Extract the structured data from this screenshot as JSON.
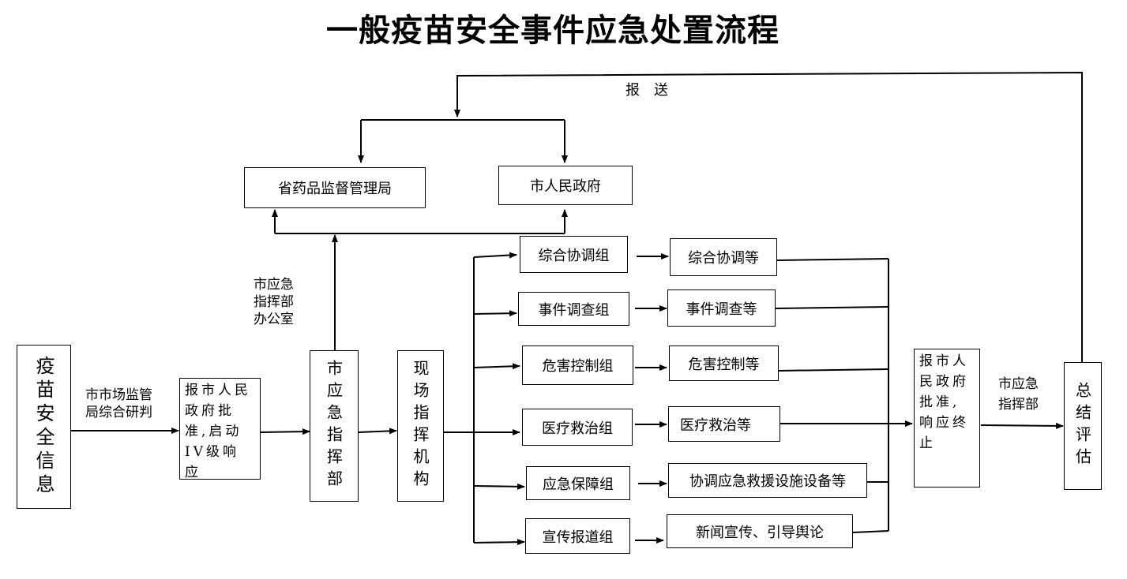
{
  "title": "一般疫苗安全事件应急处置流程",
  "report_label": "报　送",
  "nodes": {
    "info": "疫苗安全信息",
    "approve": "报市人民政府批准,启动IV级响应",
    "command": "市应急指挥部",
    "site": "现场指挥机构",
    "prov": "省药品监督管理局",
    "citygov": "市人民政府",
    "end_approve": "报市人民政府批准,响应终止",
    "eval": "总结评估"
  },
  "edge_labels": {
    "research": [
      "市市场监管",
      "局综合研判"
    ],
    "office": [
      "市应急",
      "指挥部",
      "办公室"
    ],
    "cmd_to_eval": [
      "市应急",
      "指挥部"
    ]
  },
  "groups": [
    {
      "name": "综合协调组",
      "task": "综合协调等"
    },
    {
      "name": "事件调查组",
      "task": "事件调查等"
    },
    {
      "name": "危害控制组",
      "task": "危害控制等"
    },
    {
      "name": "医疗救治组",
      "task": "医疗救治等"
    },
    {
      "name": "应急保障组",
      "task": "协调应急救援设施设备等"
    },
    {
      "name": "宣传报道组",
      "task": "新闻宣传、引导舆论"
    }
  ]
}
